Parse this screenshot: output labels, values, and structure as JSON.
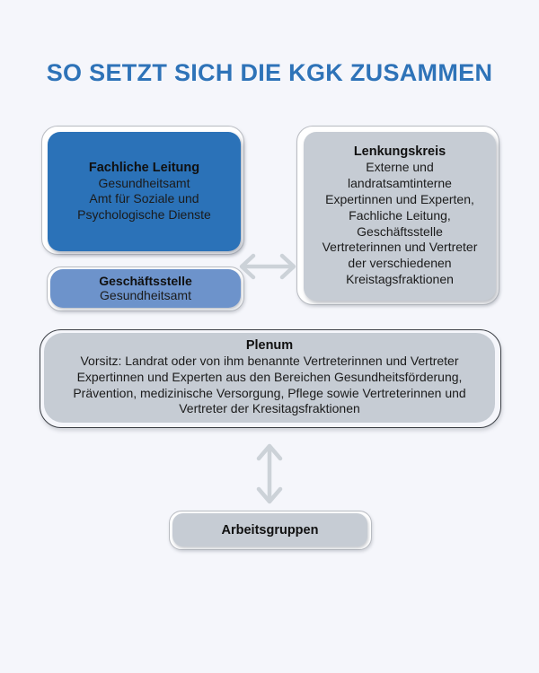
{
  "page": {
    "title": "SO SETZT SICH DIE KGK ZUSAMMEN",
    "background_color": "#f5f6fb",
    "title_color": "#2e73b8"
  },
  "colors": {
    "primary_blue": "#2b72b8",
    "secondary_blue": "#6d93cb",
    "gray_fill": "#c6ccd4",
    "frame_white": "#ffffff",
    "frame_border": "#b9bcc2",
    "plenum_border": "#3b3f45",
    "arrow": "#ccd2d8",
    "text_dark": "#101010"
  },
  "nodes": {
    "fachliche_leitung": {
      "title": "Fachliche Leitung",
      "lines": [
        "Gesundheitsamt",
        "Amt für Soziale und",
        "Psychologische Dienste"
      ],
      "fill_color": "#2b72b8"
    },
    "geschaeftsstelle": {
      "title": "Geschäftsstelle",
      "lines": [
        "Gesundheitsamt"
      ],
      "fill_color": "#6d93cb"
    },
    "lenkungskreis": {
      "title": "Lenkungskreis",
      "lines": [
        "Externe und",
        "landratsamtinterne",
        "Expertinnen und Experten,",
        "Fachliche Leitung,",
        "Geschäftsstelle",
        "Vertreterinnen und Vertreter",
        "der verschiedenen",
        "Kreistagsfraktionen"
      ],
      "fill_color": "#c6ccd4"
    },
    "plenum": {
      "title": "Plenum",
      "lines": [
        "Vorsitz: Landrat oder von ihm benannte Vertreterinnen und Vertreter",
        "Expertinnen und Experten aus den Bereichen Gesundheitsförderung,",
        "Prävention, medizinische Versorgung, Pflege sowie Vertreterinnen und",
        "Vertreter der Kresitagsfraktionen"
      ],
      "fill_color": "#c6ccd4"
    },
    "arbeitsgruppen": {
      "title": "Arbeitsgruppen",
      "lines": [],
      "fill_color": "#c6ccd4"
    }
  },
  "connectors": {
    "horizontal": {
      "name": "double-arrow-horizontal",
      "from": "fachliche_leitung",
      "to": "lenkungskreis",
      "direction": "bidirectional"
    },
    "vertical": {
      "name": "double-arrow-vertical",
      "from": "plenum",
      "to": "arbeitsgruppen",
      "direction": "bidirectional"
    }
  }
}
